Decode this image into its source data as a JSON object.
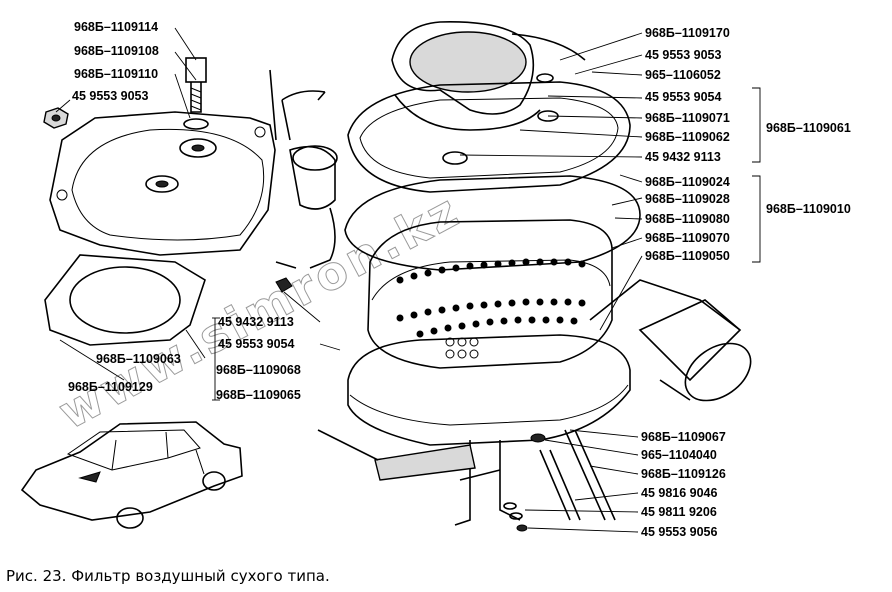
{
  "caption": "Рис. 23. Фильтр воздушный сухого типа.",
  "watermark": "www.simron.kz",
  "part_numbers": {
    "p1109114": "968Б–1109114",
    "p1109108": "968Б–1109108",
    "p1109110": "968Б–1109110",
    "p9553_9053_left": "45 9553 9053",
    "p1109170": "968Б–1109170",
    "p9553_9053_right": "45 9553 9053",
    "p1106052": "965–1106052",
    "p9553_9054_right": "45 9553 9054",
    "p1109071": "968Б–1109071",
    "p1109062": "968Б–1109062",
    "p9432_9113_right": "45 9432 9113",
    "p1109061": "968Б–1109061",
    "p1109024": "968Б–1109024",
    "p1109028": "968Б–1109028",
    "p1109080": "968Б–1109080",
    "p1109070": "968Б–1109070",
    "p1109050": "968Б–1109050",
    "p1109010": "968Б–1109010",
    "p9432_9113_left": "45 9432 9113",
    "p9553_9054_left": "45 9553 9054",
    "p1109068": "968Б–1109068",
    "p1109065": "968Б–1109065",
    "p1109063": "968Б–1109063",
    "p1109129": "968Б–1109129",
    "p1109067": "968Б–1109067",
    "p1104040": "965–1104040",
    "p1109126": "968Б–1109126",
    "p9816_9046": "45 9816 9046",
    "p9811_9206": "45 9811 9206",
    "p9553_9056": "45 9553 9056"
  }
}
